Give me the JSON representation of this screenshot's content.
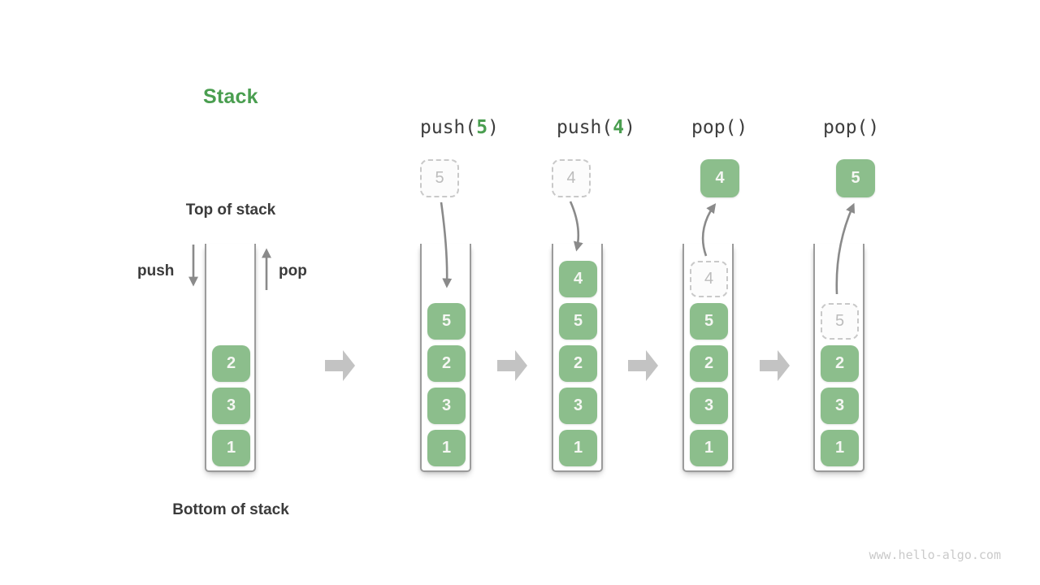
{
  "title": "Stack",
  "watermark": "www.hello-algo.com",
  "annotations": {
    "top_label": "Top of stack",
    "bottom_label": "Bottom of stack",
    "push_label": "push",
    "pop_label": "pop"
  },
  "colors": {
    "accent_green": "#4a9e50",
    "box_green": "#8cbe8c",
    "box_text": "#f5f7f3",
    "dark_text": "#3b3b3b",
    "arrow_gray": "#8a8a8a",
    "flow_arrow_gray": "#c3c3c3",
    "well_wall_gray": "#9b9b9b",
    "ghost_border": "#c9c9c9",
    "ghost_text": "#bcbcbc",
    "watermark_gray": "#cacaca"
  },
  "diagram": {
    "stages": [
      {
        "name": "initial-stack",
        "stack": [
          {
            "value": "2"
          },
          {
            "value": "3"
          },
          {
            "value": "1"
          }
        ]
      },
      {
        "name": "after-push-5",
        "op": {
          "prefix": "push(",
          "arg": "5",
          "suffix": ")"
        },
        "floating": {
          "value": "5",
          "ghost": true
        },
        "stack": [
          {
            "value": "5"
          },
          {
            "value": "2"
          },
          {
            "value": "3"
          },
          {
            "value": "1"
          }
        ]
      },
      {
        "name": "after-push-4",
        "op": {
          "prefix": "push(",
          "arg": "4",
          "suffix": ")"
        },
        "floating": {
          "value": "4",
          "ghost": true
        },
        "stack": [
          {
            "value": "4"
          },
          {
            "value": "5"
          },
          {
            "value": "2"
          },
          {
            "value": "3"
          },
          {
            "value": "1"
          }
        ]
      },
      {
        "name": "after-pop-4",
        "op": {
          "prefix": "pop(",
          "arg": "",
          "suffix": ")"
        },
        "floating": {
          "value": "4",
          "ghost": false
        },
        "stack": [
          {
            "value": "4",
            "ghost": true
          },
          {
            "value": "5"
          },
          {
            "value": "2"
          },
          {
            "value": "3"
          },
          {
            "value": "1"
          }
        ]
      },
      {
        "name": "after-pop-5",
        "op": {
          "prefix": "pop(",
          "arg": "",
          "suffix": ")"
        },
        "floating": {
          "value": "5",
          "ghost": false
        },
        "stack": [
          {
            "value": "5",
            "ghost": true
          },
          {
            "value": "2"
          },
          {
            "value": "3"
          },
          {
            "value": "1"
          }
        ]
      }
    ]
  }
}
